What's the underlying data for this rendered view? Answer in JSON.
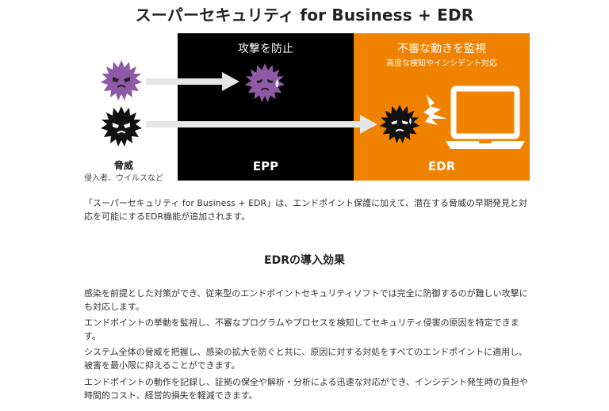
{
  "diagram": {
    "title": "スーパーセキュリティ for Business + EDR",
    "epp": {
      "heading": "攻撃を防止",
      "label": "EPP"
    },
    "edr": {
      "heading": "不審な動きを監視",
      "subheading": "高度な検知やインシデント対応",
      "label": "EDR"
    },
    "threat": {
      "label": "脅威",
      "sublabel": "侵入者、ウイルスなど"
    },
    "colors": {
      "edr_orange": "#ef8200",
      "epp_black": "#000000",
      "virus_purple": "#8e5aa6",
      "arrow_gray": "#e6e6e6"
    },
    "icons": [
      "purple-virus-icon",
      "black-virus-icon",
      "laptop-icon",
      "alert-burst-icon"
    ]
  },
  "intro": "「スーパーセキュリティ for Business + EDR」は、エンドポイント保護に加えて、潜在する脅威の早期発見と対応を可能にするEDR機能が追加されます。",
  "effects": {
    "title": "EDRの導入効果",
    "items": [
      "感染を前提とした対策ができ、従来型のエンドポイントセキュリティソフトでは完全に防御するのが難しい攻撃にも対応します。",
      "エンドポイントの挙動を監視し、不審なプログラムやプロセスを検知してセキュリティ侵害の原因を特定できます。",
      "システム全体の脅威を把握し、感染の拡大を防ぐと共に、原因に対する対処をすべてのエンドポイントに適用し、被害を最小限に抑えることができます。",
      "エンドポイントの動作を記録し、証拠の保全や解析・分析による迅速な対応ができ、インシデント発生時の負担や時間的コスト、経営的損失を軽減できます。"
    ]
  }
}
